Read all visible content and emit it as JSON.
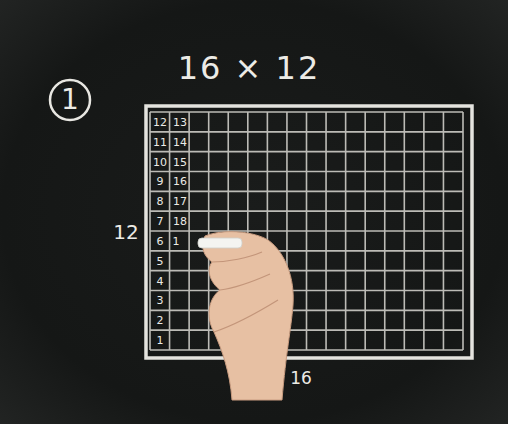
{
  "diagram": {
    "title": "16 × 12",
    "nodes": [
      {
        "text": [
          "1"
        ]
      }
    ],
    "labels": [
      "12",
      "11",
      "10",
      "9",
      "8",
      "7",
      "6",
      "5",
      "4",
      "3",
      "2",
      "1",
      "13",
      "14",
      "15",
      "16",
      "17",
      "18",
      "1",
      "12",
      "16"
    ]
  }
}
